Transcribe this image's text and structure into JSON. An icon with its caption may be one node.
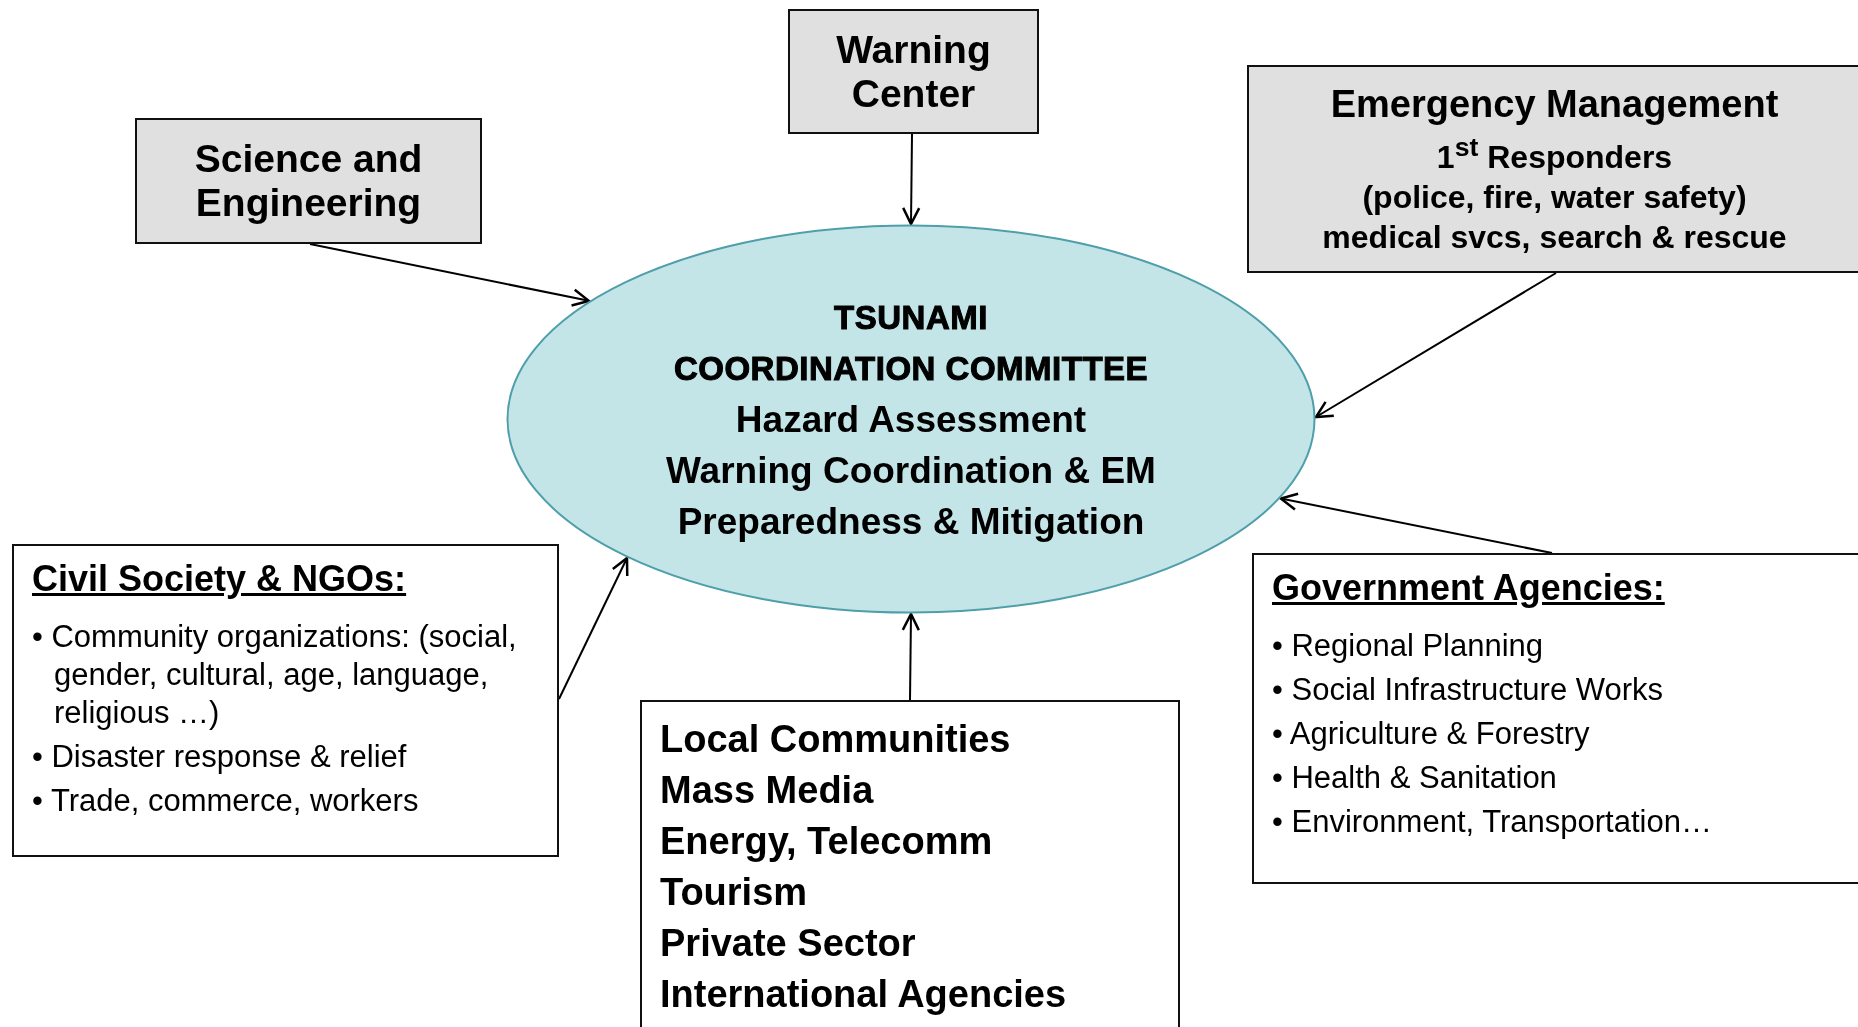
{
  "diagram": {
    "nodes": [
      {
        "text": [
          "Warning Center"
        ]
      },
      {
        "text": [
          "Science and Engineering"
        ]
      },
      {
        "text": [
          "Emergency Management",
          "1$^{st}$ Responders",
          "(police, fire, water safety)",
          "medical svcs, search & rescue"
        ]
      },
      {
        "text": [
          "TSUNAMI",
          "COORDINATION COMMITTEE",
          "Hazard Assessment",
          "Warning Coordination & EM",
          "Preparedness & Mitigation"
        ]
      },
      {
        "text": [
          "Civil Society & NGOs:",
          "• Community organizations: (social, gender, cultural, age, language, religious …)",
          "• Disaster response & relief",
          "• Trade, commerce, workers"
        ]
      },
      {
        "text": [
          "Local Communities",
          "Mass Media",
          "Energy, Telecomm",
          "Tourism",
          "Private Sector",
          "International Agencies"
        ]
      },
      {
        "text": [
          "Government Agencies:",
          "• Regional Planning",
          "• Social Infrastructure Works",
          "• Agriculture & Forestry",
          "• Health & Sanitation",
          "• Environment, Transportation…"
        ]
      }
    ],
    "edges": [
      {
        "from": 1,
        "to": 3,
        "arrow": "to"
      },
      {
        "from": 0,
        "to": 3,
        "arrow": "to"
      },
      {
        "from": 2,
        "to": 3,
        "arrow": "to"
      },
      {
        "from": 6,
        "to": 3,
        "arrow": "to"
      },
      {
        "from": 4,
        "to": 3,
        "arrow": "to"
      },
      {
        "from": 5,
        "to": 3,
        "arrow": "to"
      }
    ]
  }
}
